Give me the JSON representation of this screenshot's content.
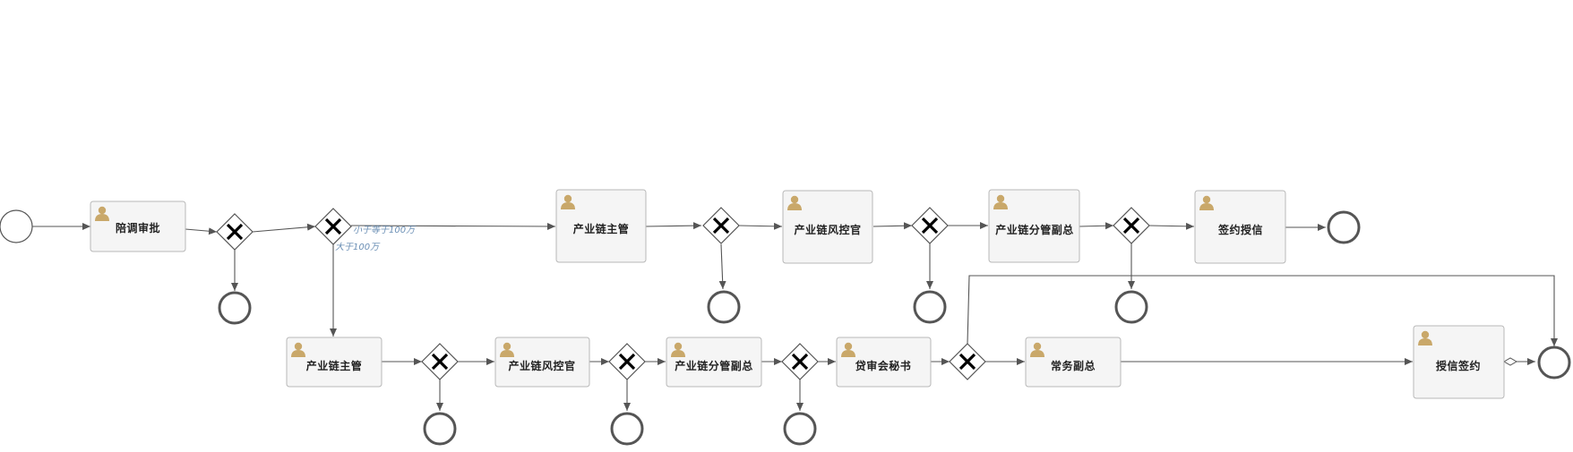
{
  "diagram": {
    "tasks": {
      "t1": "陪调审批",
      "t2": "产业链主管",
      "t3": "产业链风控官",
      "t4": "产业链分管副总",
      "t5": "签约授信",
      "t6": "产业链主管",
      "t7": "产业链风控官",
      "t8": "产业链分管副总",
      "t9": "贷审会秘书",
      "t10": "常务副总",
      "t11": "授信签约"
    },
    "conditions": {
      "le": "小于等于100万",
      "gt": "大于100万"
    },
    "colors": {
      "user_icon": "#c9a86a",
      "line": "#555555",
      "condition_text": "#6b8fb5"
    },
    "icon": "user-icon"
  }
}
